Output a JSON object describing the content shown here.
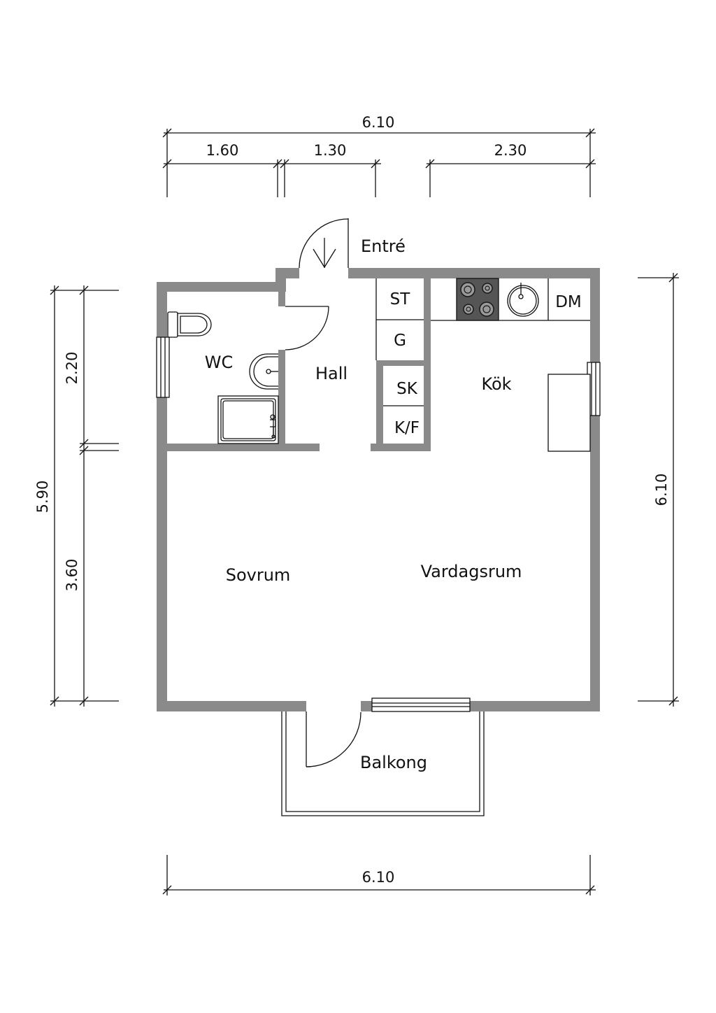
{
  "dimensions": {
    "top_total": "6.10",
    "top_segment_1": "1.60",
    "top_segment_2": "1.30",
    "top_segment_3": "2.30",
    "left_total": "5.90",
    "left_upper": "2.20",
    "left_lower": "3.60",
    "right_total": "6.10",
    "bottom_total": "6.10"
  },
  "rooms": {
    "entrance": "Entré",
    "wc": "WC",
    "hall": "Hall",
    "kitchen": "Kök",
    "bedroom": "Sovrum",
    "living_room": "Vardagsrum",
    "balcony": "Balkong"
  },
  "fixtures": {
    "storage": "ST",
    "wardrobe": "G",
    "cleaning_cabinet": "SK",
    "fridge_freezer": "K/F",
    "dishwasher": "DM"
  },
  "colors": {
    "wall": "#8a8a8a",
    "line": "#111111",
    "stove": "#555555"
  },
  "icons": [
    "toilet-icon",
    "sink-icon",
    "shower-icon",
    "stove-icon",
    "window-icon",
    "door-swing-icon"
  ]
}
